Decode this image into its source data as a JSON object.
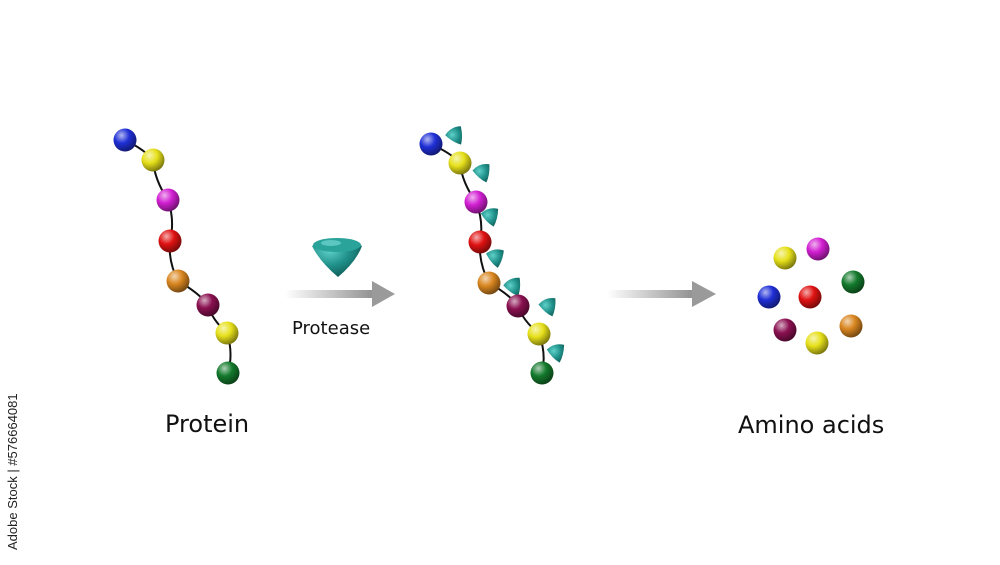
{
  "labels": {
    "protein": "Protein",
    "protease": "Protease",
    "amino_acids": "Amino acids"
  },
  "side_text": "Adobe Stock | #576664081",
  "colors": {
    "blue": "#1f2fd6",
    "yellow": "#e6e01a",
    "magenta": "#d21fd2",
    "red": "#e01212",
    "orange": "#d9861f",
    "maroon": "#8a1050",
    "green": "#137a2c",
    "teal_enzyme": "#1e8c86",
    "arrow": "#9a9a9a",
    "chain_line": "#111111"
  },
  "protein_chain": [
    "blue",
    "yellow",
    "magenta",
    "red",
    "orange",
    "maroon",
    "yellow",
    "green"
  ],
  "protein_with_enzymes": [
    "blue",
    "yellow",
    "magenta",
    "red",
    "orange",
    "maroon",
    "yellow",
    "green"
  ],
  "free_amino_acids": [
    "yellow",
    "magenta",
    "blue",
    "red",
    "green",
    "maroon",
    "yellow",
    "orange"
  ]
}
